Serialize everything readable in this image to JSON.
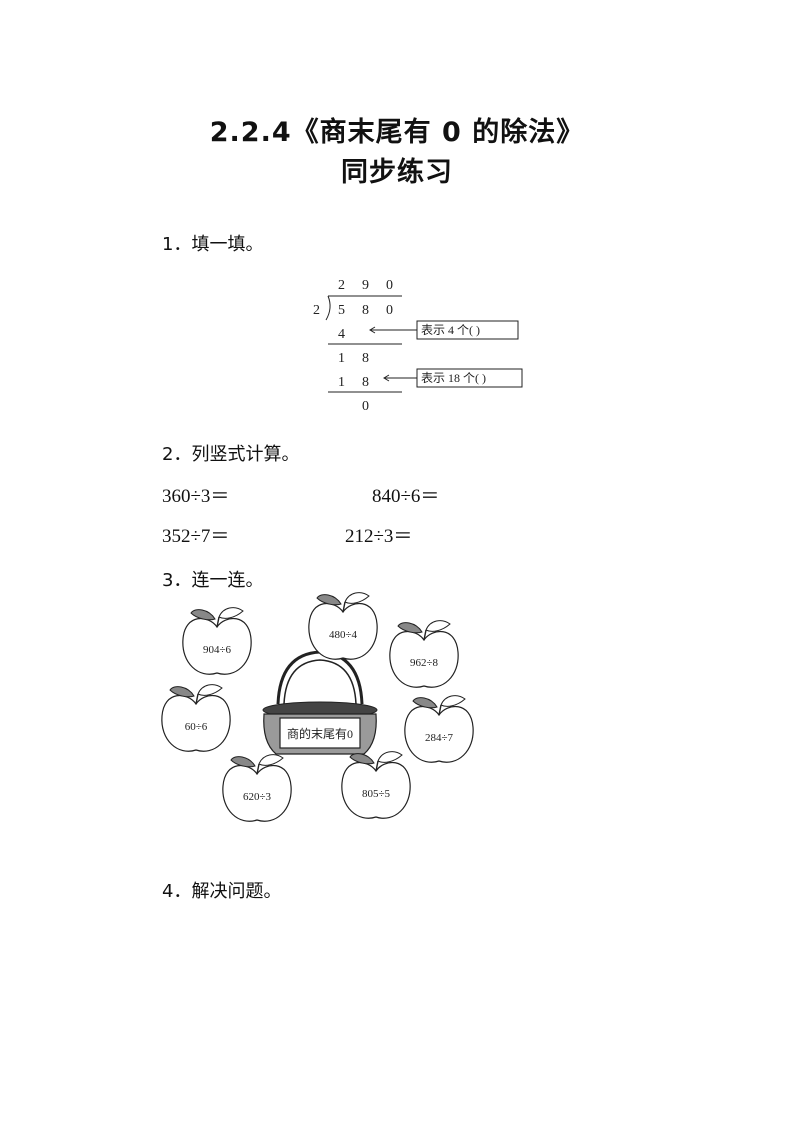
{
  "title": {
    "line1": "2.2.4《商末尾有 0 的除法》",
    "line2": "同步练习"
  },
  "q1": {
    "label": "1．填一填。",
    "quotient": [
      "2",
      "9",
      "0"
    ],
    "divisor": "2",
    "dividend": [
      "5",
      "8",
      "0"
    ],
    "step1": "4",
    "step2a": [
      "1",
      "8"
    ],
    "step2b": [
      "1",
      "8"
    ],
    "remainder": "0",
    "box1": "表示 4 个(      )",
    "box2": "表示 18 个(      )"
  },
  "q2": {
    "label": "2．列竖式计算。",
    "expressions": [
      "360÷3＝",
      "840÷6＝",
      "352÷7＝",
      "212÷3＝"
    ]
  },
  "q3": {
    "label": "3．连一连。",
    "basket_label": "商的末尾有0",
    "apples": [
      "904÷6",
      "480÷4",
      "962÷8",
      "60÷6",
      "284÷7",
      "620÷3",
      "805÷5"
    ]
  },
  "q4": {
    "label": "4．解决问题。"
  }
}
